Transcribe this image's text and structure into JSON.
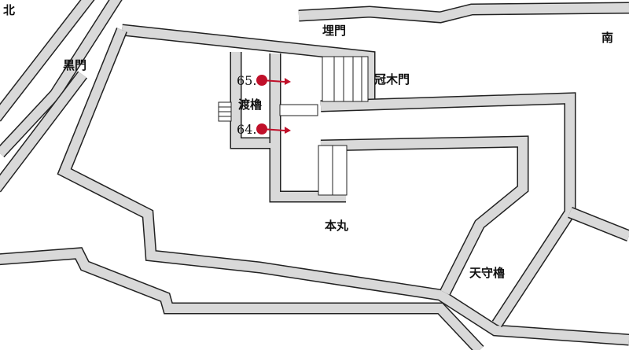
{
  "labels": {
    "north": "北",
    "kuromon": "黒門",
    "uzumimon": "埋門",
    "south": "南",
    "kabukimon": "冠木門",
    "watariyagura": "渡櫓",
    "honmaru": "本丸",
    "tenshuyagura": "天守櫓"
  },
  "markers": [
    {
      "number": "65.",
      "color": "#c0102a"
    },
    {
      "number": "64.",
      "color": "#c0102a"
    }
  ]
}
